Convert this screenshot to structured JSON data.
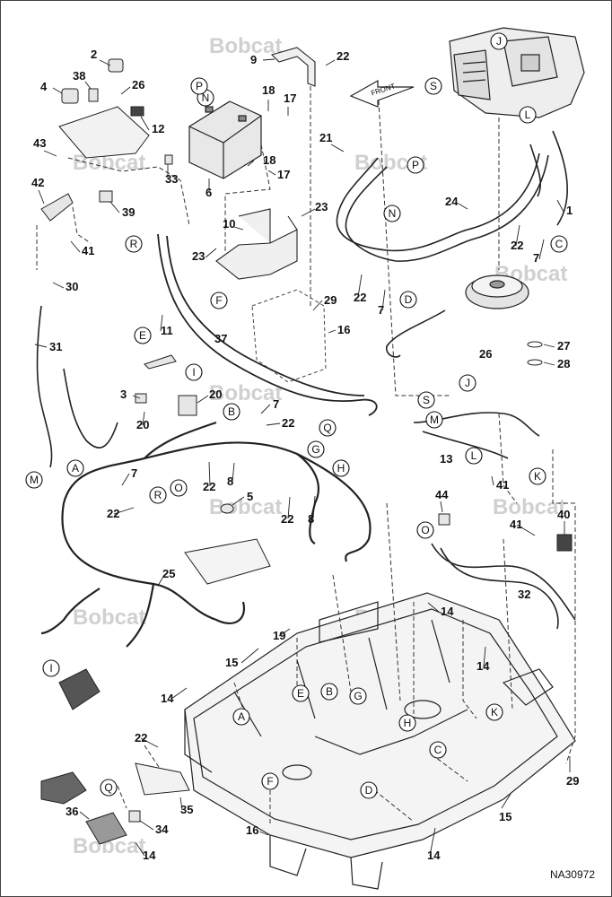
{
  "reference_id": "NA30972",
  "watermark_text": "Bobcat",
  "front_arrow_label": "FRONT",
  "part_numbers": [
    "1",
    "2",
    "3",
    "4",
    "5",
    "6",
    "7",
    "8",
    "9",
    "10",
    "11",
    "12",
    "13",
    "14",
    "15",
    "16",
    "17",
    "18",
    "19",
    "20",
    "21",
    "22",
    "23",
    "24",
    "25",
    "26",
    "27",
    "28",
    "29",
    "30",
    "31",
    "32",
    "33",
    "34",
    "35",
    "36",
    "37",
    "38",
    "39",
    "40",
    "41",
    "42",
    "43",
    "44"
  ],
  "callout_letters": [
    "A",
    "B",
    "C",
    "D",
    "E",
    "F",
    "G",
    "H",
    "I",
    "J",
    "K",
    "L",
    "M",
    "N",
    "O",
    "P",
    "Q",
    "R",
    "S"
  ],
  "colors": {
    "line": "#111111",
    "watermark": "#d0d0d0",
    "background": "#ffffff"
  }
}
